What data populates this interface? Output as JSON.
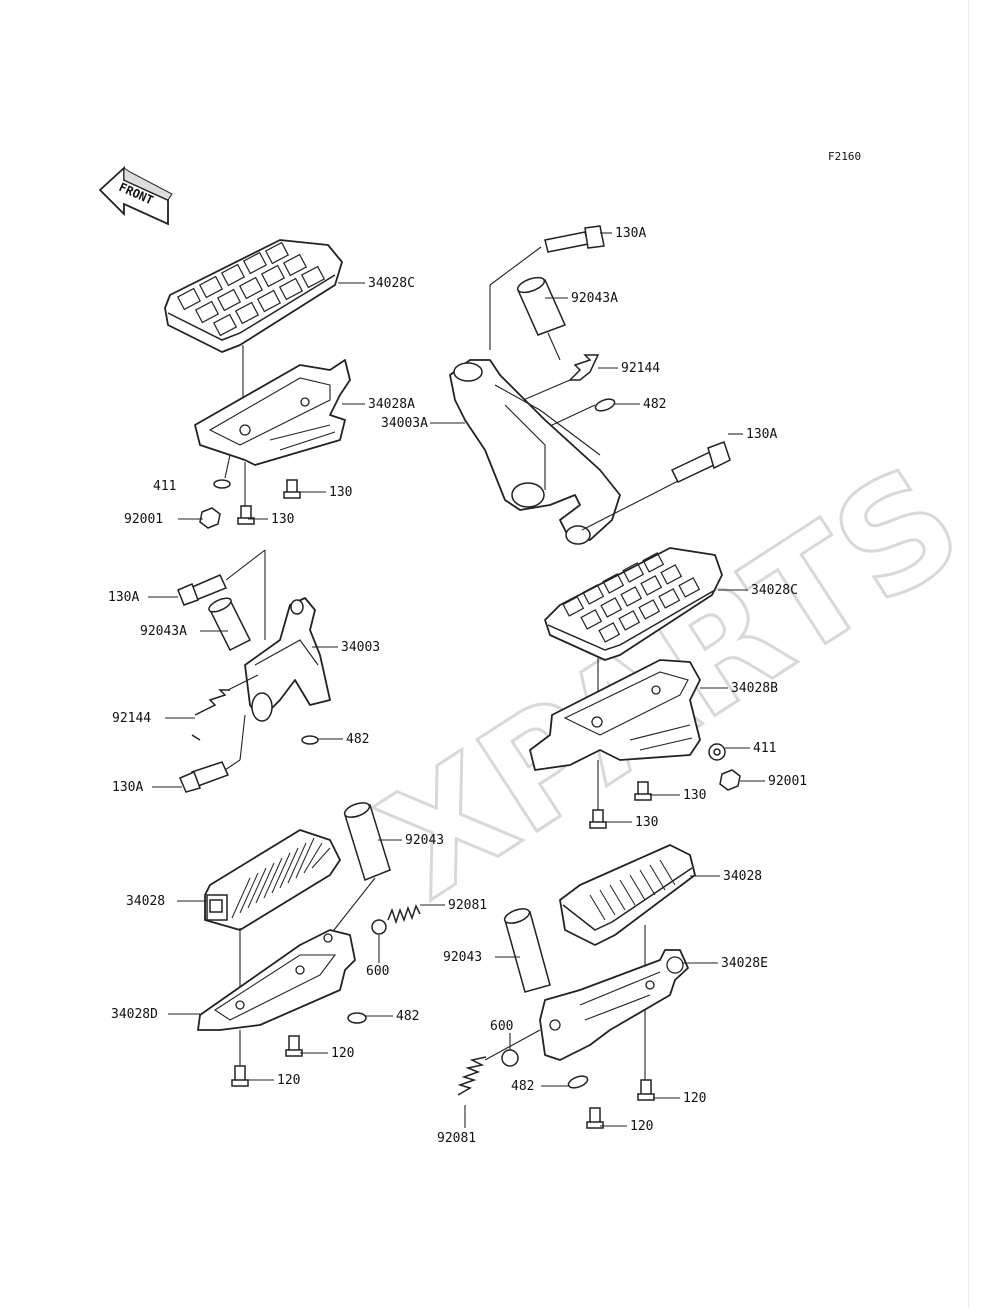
{
  "diagram_code": "F2160",
  "front_arrow_label": "FRONT",
  "watermark": "XPARTS",
  "callouts": [
    {
      "id": "c01",
      "text": "34028C"
    },
    {
      "id": "c02",
      "text": "34028A"
    },
    {
      "id": "c03",
      "text": "411"
    },
    {
      "id": "c04",
      "text": "130"
    },
    {
      "id": "c05",
      "text": "92001"
    },
    {
      "id": "c06",
      "text": "130"
    },
    {
      "id": "c07",
      "text": "130A"
    },
    {
      "id": "c08",
      "text": "92043A"
    },
    {
      "id": "c09",
      "text": "92144"
    },
    {
      "id": "c10",
      "text": "482"
    },
    {
      "id": "c11",
      "text": "34003A"
    },
    {
      "id": "c12",
      "text": "130A"
    },
    {
      "id": "c13",
      "text": "130A"
    },
    {
      "id": "c14",
      "text": "92043A"
    },
    {
      "id": "c15",
      "text": "34003"
    },
    {
      "id": "c16",
      "text": "92144"
    },
    {
      "id": "c17",
      "text": "482"
    },
    {
      "id": "c18",
      "text": "130A"
    },
    {
      "id": "c19",
      "text": "34028C"
    },
    {
      "id": "c20",
      "text": "34028B"
    },
    {
      "id": "c21",
      "text": "411"
    },
    {
      "id": "c22",
      "text": "92001"
    },
    {
      "id": "c23",
      "text": "130"
    },
    {
      "id": "c24",
      "text": "130"
    },
    {
      "id": "c25",
      "text": "92043"
    },
    {
      "id": "c26",
      "text": "34028"
    },
    {
      "id": "c27",
      "text": "92081"
    },
    {
      "id": "c28",
      "text": "600"
    },
    {
      "id": "c29",
      "text": "34028D"
    },
    {
      "id": "c30",
      "text": "482"
    },
    {
      "id": "c31",
      "text": "120"
    },
    {
      "id": "c32",
      "text": "120"
    },
    {
      "id": "c33",
      "text": "34028"
    },
    {
      "id": "c34",
      "text": "92043"
    },
    {
      "id": "c35",
      "text": "34028E"
    },
    {
      "id": "c36",
      "text": "600"
    },
    {
      "id": "c37",
      "text": "482"
    },
    {
      "id": "c38",
      "text": "120"
    },
    {
      "id": "c39",
      "text": "120"
    },
    {
      "id": "c40",
      "text": "92081"
    }
  ]
}
